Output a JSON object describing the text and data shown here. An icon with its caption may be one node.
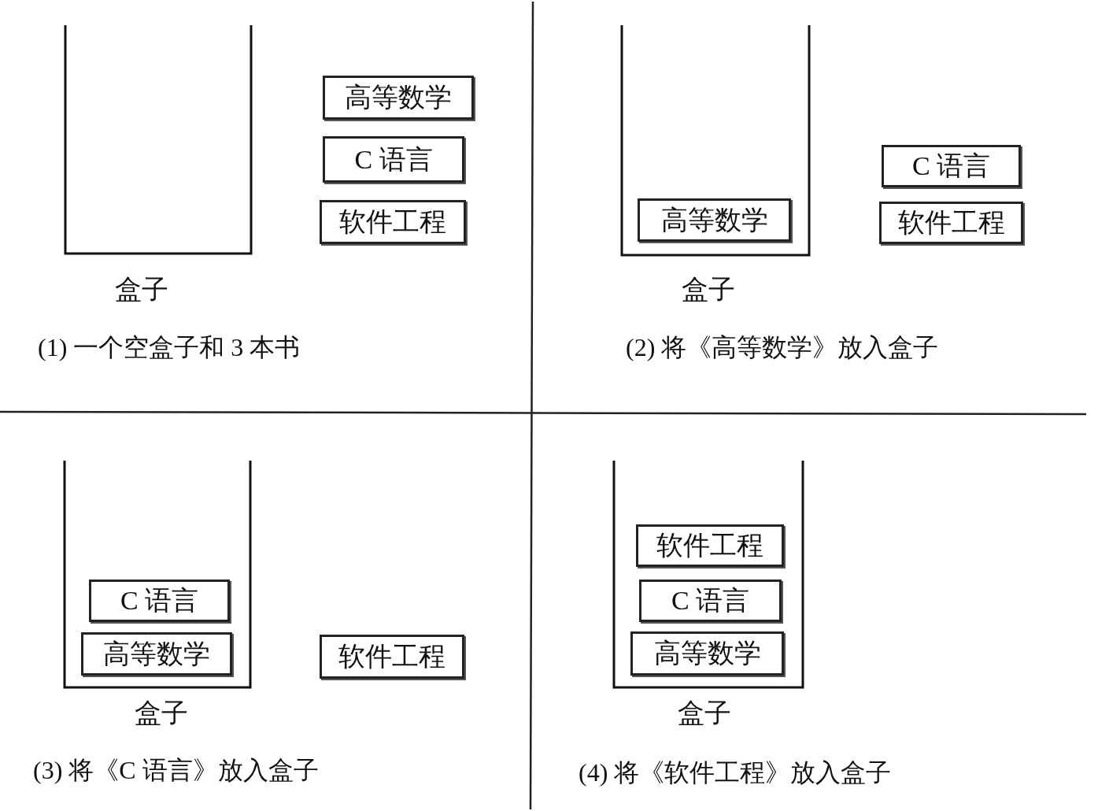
{
  "diagram": {
    "nodes": [
      {
        "text": [
          "盒子"
        ]
      },
      {
        "text": [
          "高等数学"
        ]
      },
      {
        "text": [
          "C 语言"
        ]
      },
      {
        "text": [
          "软件工程"
        ]
      },
      {
        "text": [
          "盒子"
        ]
      },
      {
        "text": [
          "高等数学"
        ],
        "in": 4
      },
      {
        "text": [
          "C 语言"
        ]
      },
      {
        "text": [
          "软件工程"
        ]
      },
      {
        "text": [
          "盒子"
        ]
      },
      {
        "text": [
          "C 语言"
        ],
        "in": 8
      },
      {
        "text": [
          "高等数学"
        ],
        "in": 8
      },
      {
        "text": [
          "软件工程"
        ]
      },
      {
        "text": [
          "盒子"
        ]
      },
      {
        "text": [
          "软件工程"
        ],
        "in": 12
      },
      {
        "text": [
          "C 语言"
        ],
        "in": 12
      },
      {
        "text": [
          "高等数学"
        ],
        "in": 12
      }
    ],
    "edges": [],
    "labels": [
      "(1) 一个空盒子和 3 本书",
      "(2) 将《高等数学》放入盒子",
      "(3) 将《C 语言》放入盒子",
      "(4) 将《软件工程》放入盒子"
    ]
  }
}
